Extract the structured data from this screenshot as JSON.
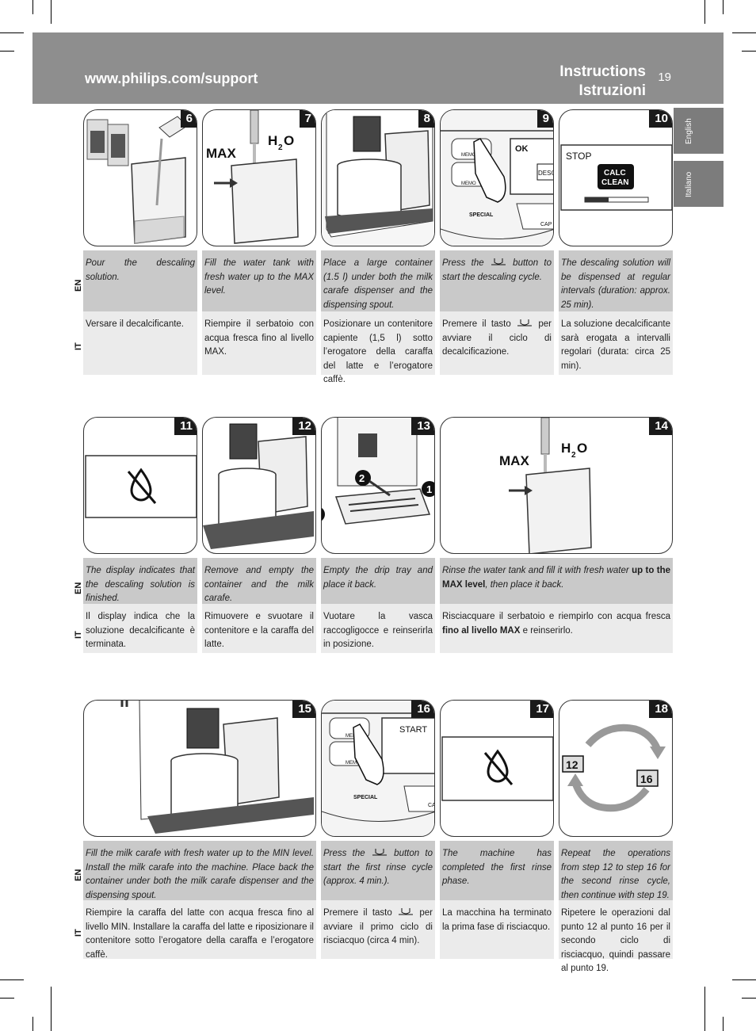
{
  "header": {
    "url": "www.philips.com/support",
    "title_en": "Instructions",
    "title_it": "Istruzioni",
    "page_number": "19"
  },
  "side_tabs": {
    "english": "English",
    "italiano": "Italiano"
  },
  "lang_labels": {
    "en": "EN",
    "it": "IT"
  },
  "figure_text": {
    "max": "MAX",
    "h2o_h": "H",
    "h2o_2": "2",
    "h2o_o": "O",
    "ok": "OK",
    "desc": "DESCA",
    "memo": "MEMO",
    "special": "SPECIAL",
    "cap": "CAP",
    "stop": "STOP",
    "calc": "CALC",
    "clean": "CLEAN",
    "start": "START",
    "ca": "CA",
    "step12": "12",
    "step16": "16",
    "callout1": "1",
    "callout2": "2"
  },
  "steps": [
    {
      "num": "6",
      "en": "Pour the descaling solution.",
      "it": "Versare il decalcificante."
    },
    {
      "num": "7",
      "en": "Fill the water tank with fresh water up to the MAX level.",
      "it": "Riempire il serbatoio con acqua fresca fino al livello MAX."
    },
    {
      "num": "8",
      "en": "Place a large container (1.5 l) under both the milk carafe dispenser and the dispensing spout.",
      "it": "Posizionare un contenitore capiente (1,5 l) sotto l’erogatore della caraffa del latte e l’erogatore caffè."
    },
    {
      "num": "9",
      "en_a": "Press the",
      "en_b": "button to start the descaling cycle.",
      "it_a": "Premere il tasto",
      "it_b": "per avviare il ciclo di decalcificazione."
    },
    {
      "num": "10",
      "en": "The descaling solution will be dispensed at regular intervals (duration: approx. 25 min).",
      "it": "La soluzione decalcificante sarà erogata a intervalli regolari (durata: circa 25 min)."
    },
    {
      "num": "11",
      "en": "The display indicates that the descaling solution is finished.",
      "it": "Il display indica che la soluzione decalcificante è terminata."
    },
    {
      "num": "12",
      "en": "Remove and empty the container and the milk carafe.",
      "it": "Rimuovere e svuotare il contenitore e la caraffa del latte."
    },
    {
      "num": "13",
      "en": "Empty the drip tray and place it back.",
      "it": "Vuotare la vasca raccogligocce e reinserirla in posizione."
    },
    {
      "num": "14",
      "en_a": "Rinse the water tank and fill it with fresh water ",
      "en_b": "up to the MAX level",
      "en_c": ", then place it back.",
      "it_a": "Risciacquare il serbatoio e riempirlo con acqua fresca ",
      "it_b": "fino al livello MAX",
      "it_c": " e reinserirlo."
    },
    {
      "num": "15",
      "en": "Fill the milk carafe with fresh water up to the MIN level. Install the milk carafe into the machine. Place back the container under both the milk carafe dispenser and the dispensing spout.",
      "it": "Riempire la caraffa del latte con acqua fresca fino al livello MIN. Installare la caraffa del latte e riposizionare il contenitore sotto l’erogatore della caraffa e l’erogatore caffè."
    },
    {
      "num": "16",
      "en_a": "Press the",
      "en_b": "button to start the first rinse cycle (approx. 4 min.).",
      "it_a": "Premere il tasto",
      "it_b": "per avviare il primo ciclo di risciacquo (circa 4 min)."
    },
    {
      "num": "17",
      "en": "The machine has completed the first rinse phase.",
      "it": "La macchina ha terminato la prima fase di risciacquo."
    },
    {
      "num": "18",
      "en": "Repeat the operations from step 12 to step 16 for the second rinse cycle, then continue with step 19.",
      "it": "Ripetere le operazioni dal punto 12 al punto 16 per il secondo ciclo di risciacquo, quindi passare al punto 19."
    }
  ]
}
